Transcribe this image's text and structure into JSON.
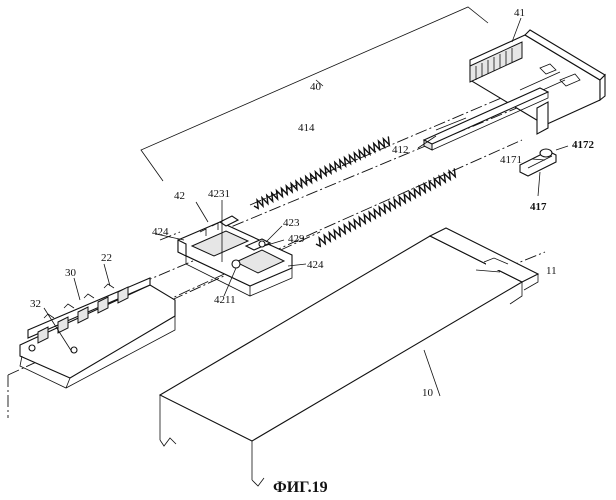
{
  "figure": {
    "caption": "ФИГ.19",
    "labels": {
      "l40": "40",
      "l41": "41",
      "l414": "414",
      "l412": "412",
      "l4171": "4171",
      "l4172": "4172",
      "l417": "417",
      "l42": "42",
      "l4231": "4231",
      "l424a": "424",
      "l423": "423",
      "l429": "429",
      "l424b": "424",
      "l4211": "4211",
      "l22": "22",
      "l30": "30",
      "l32": "32",
      "l11": "11",
      "l10": "10"
    }
  }
}
